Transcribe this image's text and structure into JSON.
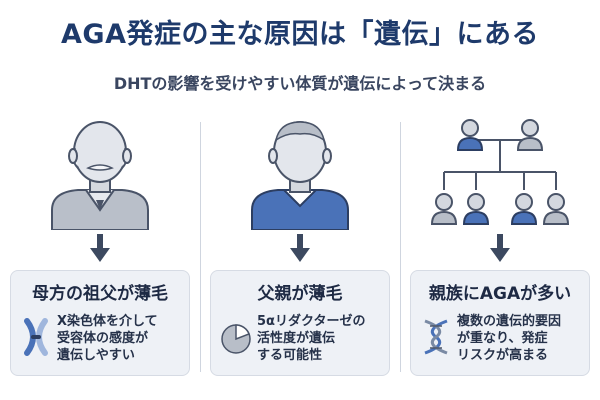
{
  "header": {
    "title": "AGA発症の主な原因は「遺伝」にある",
    "subtitle": "DHTの影響を受けやすい体質が遺伝によって決まる"
  },
  "columns": [
    {
      "card_title": "母方の祖父が薄毛",
      "desc_lines": [
        "X染色体を介して",
        "受容体の感度が",
        "遺伝しやすい"
      ]
    },
    {
      "card_title": "父親が薄毛",
      "desc_lines": [
        "5αリダクターゼの",
        "活性度が遺伝",
        "する可能性"
      ]
    },
    {
      "card_title": "親族にAGAが多い",
      "desc_lines": [
        "複数の遺伝的要因",
        "が重なり、発症",
        "リスクが高まる"
      ]
    }
  ],
  "icons": {
    "col1_illustration": "elderly-man-icon",
    "col2_illustration": "man-thinning-hair-icon",
    "col3_illustration": "family-tree-icon",
    "col1_card_icon": "chromosome-icon",
    "col2_card_icon": "pie-chart-icon",
    "col3_card_icon": "dna-icon",
    "arrow": "arrow-down-icon"
  },
  "colors": {
    "title": "#1e3a6b",
    "accent_blue": "#4a72b8",
    "gray_figure": "#b8bec8",
    "card_bg": "#eef1f6"
  }
}
